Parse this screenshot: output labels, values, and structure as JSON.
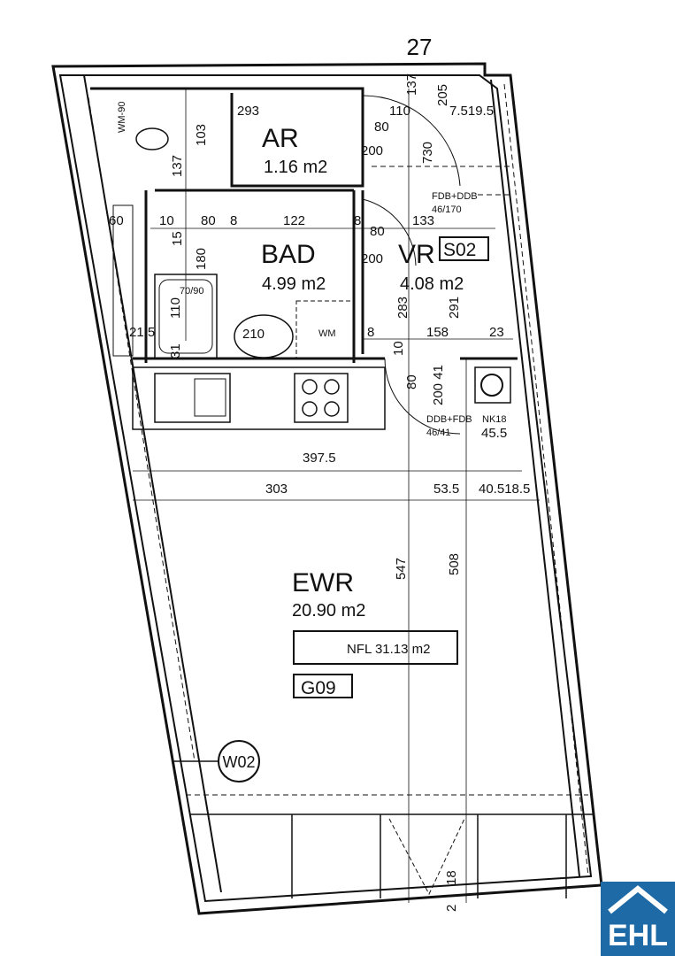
{
  "plan": {
    "axis_label": "27",
    "rooms": {
      "ar": {
        "name": "AR",
        "area": "1.16 m2"
      },
      "bad": {
        "name": "BAD",
        "area": "4.99 m2"
      },
      "vr": {
        "name": "VR",
        "area": "4.08 m2",
        "tag": "S02"
      },
      "ewr": {
        "name": "EWR",
        "area": "20.90 m2"
      }
    },
    "nfl": "NFL 31.13 m2",
    "unit_code": "G09",
    "window_tag": "W02",
    "fixtures": {
      "wm_top": "WM-90",
      "wm": "WM",
      "tub": "70/90",
      "fdb_top": "FDB+DDB",
      "fdb_top_size": "46/170",
      "ddb": "DDB+FDB",
      "ddb_size": "46/41",
      "nk": "NK18"
    },
    "dims": {
      "d293": "293",
      "d103": "103",
      "d137a": "137",
      "d80a": "80",
      "d200a": "200",
      "d730": "730",
      "d110": "110",
      "d137b": "137",
      "d205": "205",
      "d7519": "7.519.5",
      "d60": "60",
      "d10a": "10",
      "d80b": "80",
      "d8a": "8",
      "d122": "122",
      "d8b": "8",
      "d133": "133",
      "d15": "15",
      "d180": "180",
      "d80c": "80",
      "d200b": "200",
      "d110b": "110",
      "d283": "283",
      "d291": "291",
      "d210": "210",
      "d215": "21.5",
      "d8c": "8",
      "d158": "158",
      "d23": "23",
      "d31": "31",
      "d10b": "10",
      "d80d": "80",
      "d20041": "200 41",
      "d455": "45.5",
      "d3975": "397.5",
      "d303": "303",
      "d535": "53.5",
      "d405": "40.518.5",
      "d547": "547",
      "d508": "508",
      "d18": "18",
      "d2": "2"
    }
  },
  "logo": {
    "text": "EHL",
    "color": "#1e6aa6"
  }
}
